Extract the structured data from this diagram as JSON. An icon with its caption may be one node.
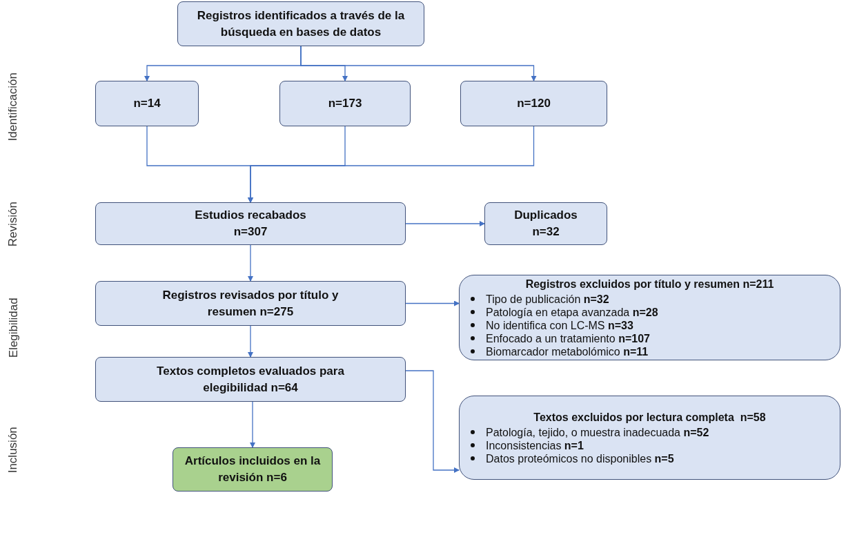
{
  "diagram": {
    "nodes": [
      {
        "text": [
          "Registros identificados a través de la búsqueda en bases de datos"
        ]
      },
      {
        "text": [
          "n=14"
        ]
      },
      {
        "text": [
          "n=173"
        ]
      },
      {
        "text": [
          "n=120"
        ]
      },
      {
        "text": [
          "Estudios recabados n=307"
        ]
      },
      {
        "text": [
          "Duplicados n=32"
        ]
      },
      {
        "text": [
          "Registros revisados por título y resumen n=275"
        ]
      },
      {
        "text": [
          "Registros excluidos por título y resumen n=211",
          "Tipo de publicación **n=32**",
          "Patología en etapa avanzada **n=28**",
          "No identifica con LC-MS **n=33**",
          "Enfocado a un tratamiento **n=107**",
          "Biomarcador metabolómico **n=11**"
        ]
      },
      {
        "text": [
          "Textos completos evaluados para elegibilidad n=64"
        ]
      },
      {
        "text": [
          "Artículos incluidos en la revisión n=6"
        ]
      },
      {
        "text": [
          "Textos excluidos por lectura completa  n=58",
          "Patología, tejido, o muestra inadecuada **n=52**",
          "Inconsistencias **n=1**",
          "Datos proteómicos no disponibles **n=5**"
        ]
      }
    ],
    "edges": [
      {
        "from": 0,
        "to": 1,
        "arrow": "to"
      },
      {
        "from": 0,
        "to": 2,
        "arrow": "to"
      },
      {
        "from": 0,
        "to": 3,
        "arrow": "to"
      },
      {
        "from": 1,
        "to": 4,
        "arrow": "to"
      },
      {
        "from": 2,
        "to": 4,
        "arrow": "to"
      },
      {
        "from": 3,
        "to": 4,
        "arrow": "to"
      },
      {
        "from": 4,
        "to": 5,
        "arrow": "to"
      },
      {
        "from": 4,
        "to": 6,
        "arrow": "to"
      },
      {
        "from": 6,
        "to": 7,
        "arrow": "to"
      },
      {
        "from": 6,
        "to": 8,
        "arrow": "to"
      },
      {
        "from": 8,
        "to": 9,
        "arrow": "to"
      },
      {
        "from": 8,
        "to": 10,
        "arrow": "to"
      }
    ],
    "labels": [
      "Identificación",
      "Revisión",
      "Elegibilidad",
      "Inclusión"
    ]
  }
}
